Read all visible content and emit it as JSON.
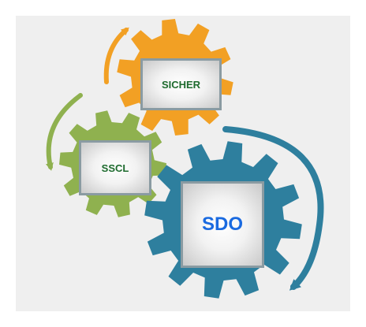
{
  "labels": {
    "sicher": "SICHER",
    "sscl": "SSCL",
    "sdo": "SDO"
  },
  "colors": {
    "background": "#efefef",
    "gear_orange": "#f2a024",
    "gear_green": "#8fb14f",
    "gear_blue": "#2e7f9e",
    "box_border": "#8a9ba2",
    "label_green": "#1e6b2e",
    "label_blue": "#1a6ae0"
  },
  "icons": {
    "top_gear": "gear-icon",
    "middle_gear": "gear-icon",
    "bottom_gear": "gear-icon",
    "arrows": "curved-arrow-icon"
  }
}
